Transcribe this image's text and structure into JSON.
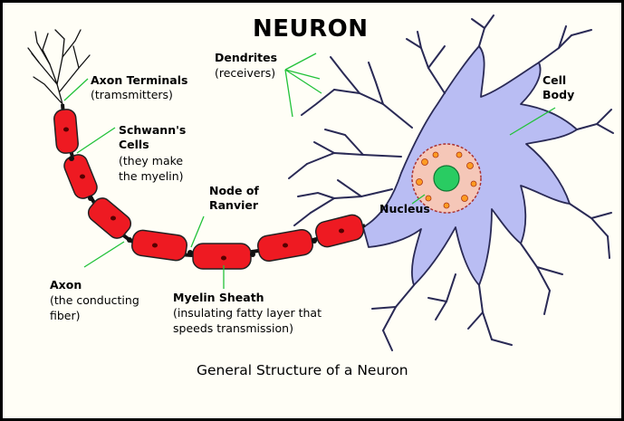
{
  "title": "NEURON",
  "caption": "General Structure of a Neuron",
  "colors": {
    "cell_body": "#b9bdf3",
    "cell_outline": "#2a2a55",
    "myelin": "#ee1a22",
    "leader_lines": "#22c23a",
    "nucleus": "#f5c7b8",
    "nucleolus": "#29cc62",
    "background": "#fffef6"
  },
  "labels": {
    "axon_terminals": {
      "name": "Axon Terminals",
      "desc": "(tramsmitters)"
    },
    "dendrites": {
      "name": "Dendrites",
      "desc": "(receivers)"
    },
    "cell_body": {
      "line1": "Cell",
      "line2": "Body"
    },
    "schwann": {
      "line1": "Schwann's",
      "line2": "Cells",
      "desc1": "(they make",
      "desc2": "the myelin)"
    },
    "node": {
      "line1": "Node of",
      "line2": "Ranvier"
    },
    "nucleus": {
      "name": "Nucleus"
    },
    "axon": {
      "name": "Axon",
      "desc1": "(the conducting",
      "desc2": "fiber)"
    },
    "myelin": {
      "name": "Myelin Sheath",
      "desc1": "(insulating fatty layer that",
      "desc2": "speeds transmission)"
    }
  }
}
